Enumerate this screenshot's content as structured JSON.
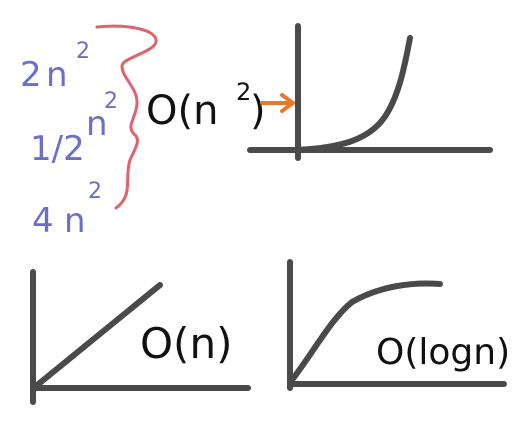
{
  "colors": {
    "blue_ink": "#6b6fc7",
    "red_ink": "#e0626a",
    "black_ink": "#111111",
    "axis_gray": "#4a4a4a",
    "arrow_orange": "#e8782a"
  },
  "terms": {
    "term1": {
      "coef": "2",
      "base": "n",
      "exp": "2"
    },
    "term2": {
      "coef": "1/2",
      "base": "n",
      "exp": "2"
    },
    "term3": {
      "coef": "4",
      "base": "n",
      "exp": "2"
    }
  },
  "labels": {
    "quadratic": {
      "prefix": "O(n",
      "exp": "2",
      "suffix": ")"
    },
    "linear": "O(n)",
    "logarithmic": "O(logn)"
  },
  "icons": {
    "brace": "right-curly-brace-icon",
    "arrow": "right-arrow-icon"
  }
}
